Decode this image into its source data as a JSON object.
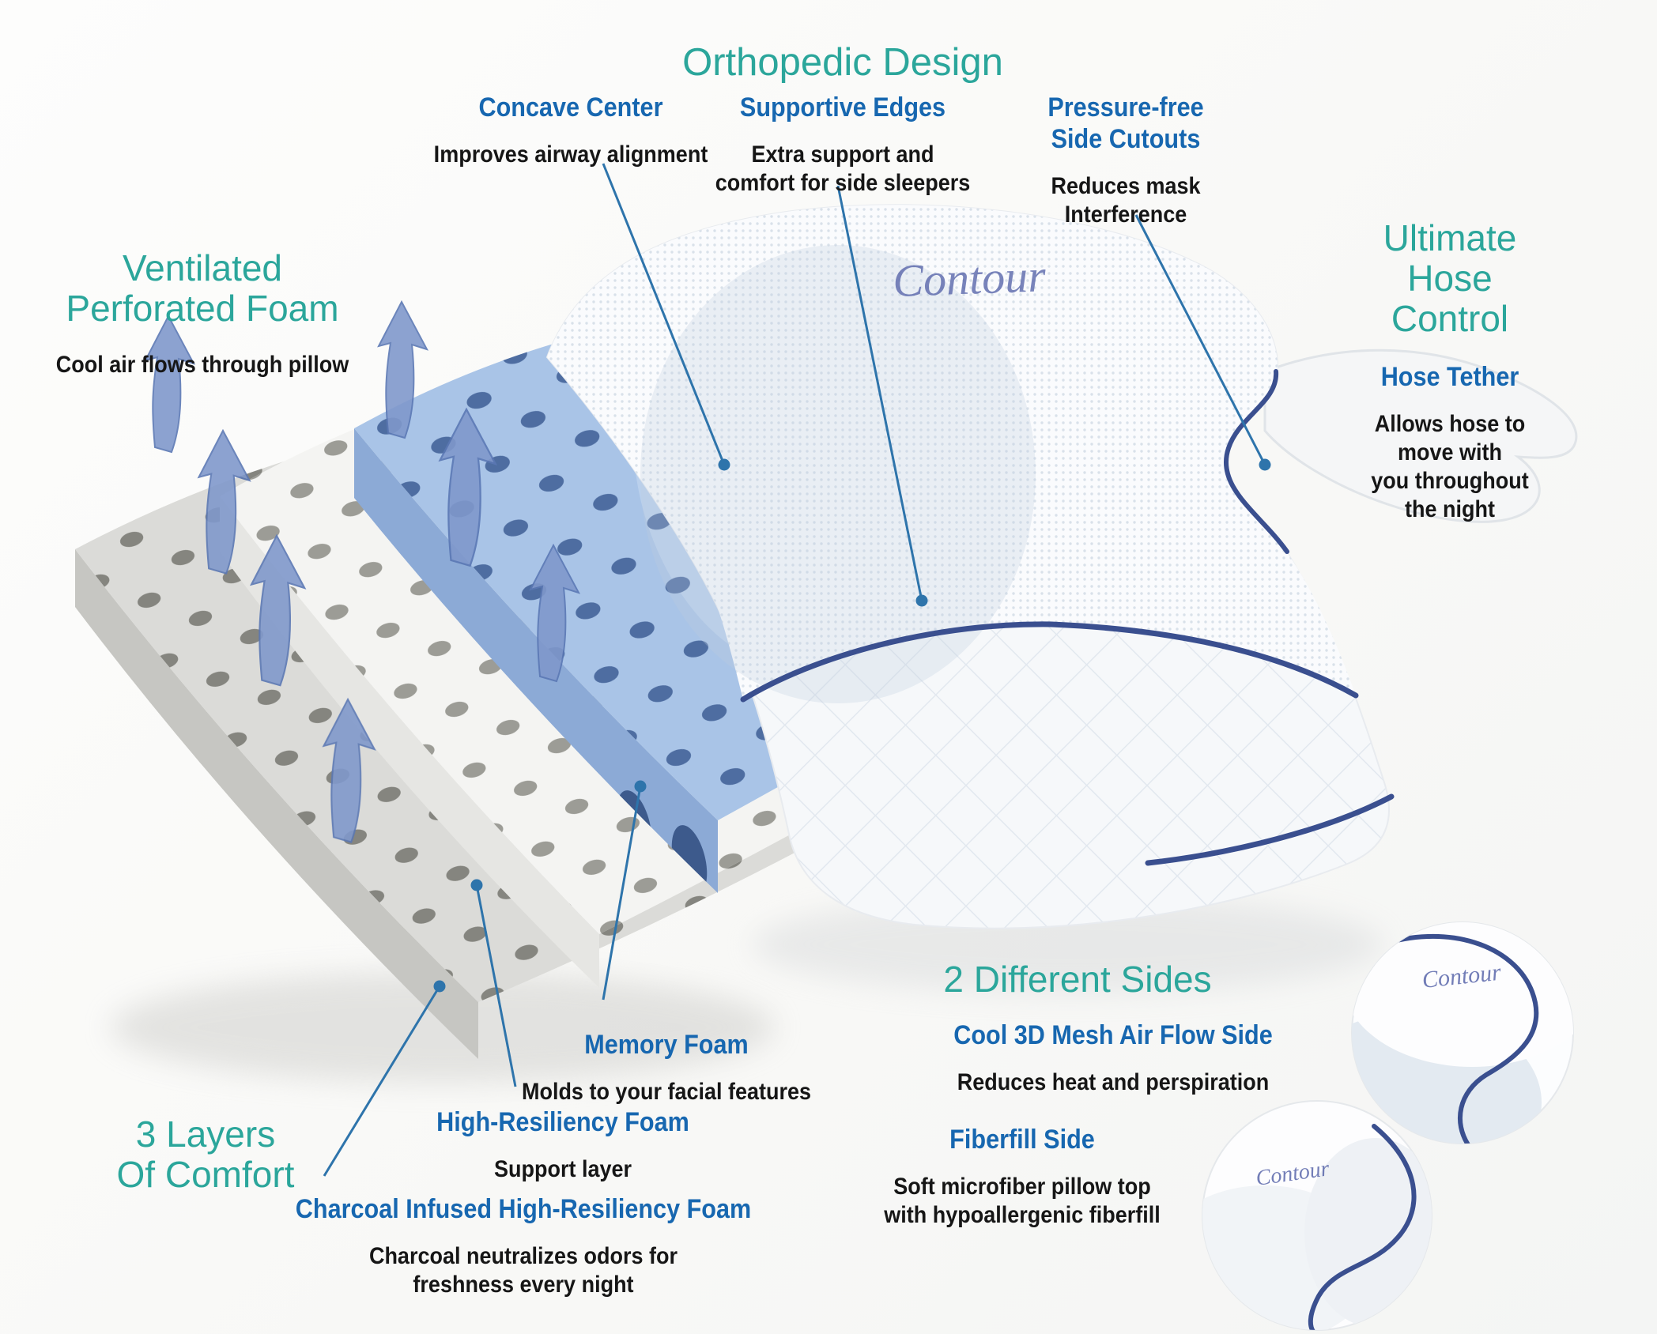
{
  "brand": {
    "logo_text": "Contour"
  },
  "title": {
    "text": "Orthopedic Design"
  },
  "callouts": {
    "concave_center": {
      "heading": "Concave Center",
      "body": "Improves airway alignment"
    },
    "supportive_edges": {
      "heading": "Supportive Edges",
      "body": "Extra support and\ncomfort for side sleepers"
    },
    "side_cutouts": {
      "heading": "Pressure-free\nSide Cutouts",
      "body": "Reduces mask\nInterference"
    },
    "hose_control": {
      "heading": "Ultimate\nHose Control",
      "subheading": "Hose Tether",
      "body": "Allows hose to move with\nyou throughout the night"
    },
    "ventilated_foam": {
      "heading": "Ventilated\nPerforated Foam",
      "body": "Cool air flows through pillow"
    },
    "three_layers": {
      "heading": "3 Layers\nOf Comfort"
    },
    "memory_foam": {
      "heading": "Memory Foam",
      "body": "Molds to your facial features"
    },
    "high_resiliency_foam": {
      "heading": "High-Resiliency Foam",
      "body": "Support layer"
    },
    "charcoal_foam": {
      "heading": "Charcoal Infused High-Resiliency Foam",
      "body": "Charcoal neutralizes odors for\nfreshness every night"
    },
    "two_sides": {
      "heading": "2 Different Sides"
    },
    "mesh_side": {
      "heading": "Cool 3D Mesh Air Flow Side",
      "body": "Reduces heat and perspiration"
    },
    "fiberfill_side": {
      "heading": "Fiberfill Side",
      "body": "Soft microfiber pillow top\nwith hypoallergenic fiberfill"
    }
  },
  "colors": {
    "teal_heading": "#2ba69b",
    "blue_heading": "#1767b0",
    "body_text": "#161616",
    "leader_line": "#2e74ab",
    "navy_piping": "#3a4f8f",
    "arrow_blue": "#7f98cb",
    "memory_foam_top": "#a9c4e7",
    "memory_foam_front": "#8caad6",
    "memory_foam_holes": "#4e6da1",
    "white_foam_top": "#f4f4f2",
    "white_foam_front": "#e6e6e3",
    "white_foam_holes": "#9c9c96",
    "charcoal_foam_top": "#dbdbd8",
    "charcoal_foam_front": "#c6c6c2",
    "charcoal_foam_holes": "#85857f",
    "cover_quilt": "#f6f8fa",
    "cover_mesh": "#fafbfd",
    "logo_blue": "#5a67ab"
  }
}
